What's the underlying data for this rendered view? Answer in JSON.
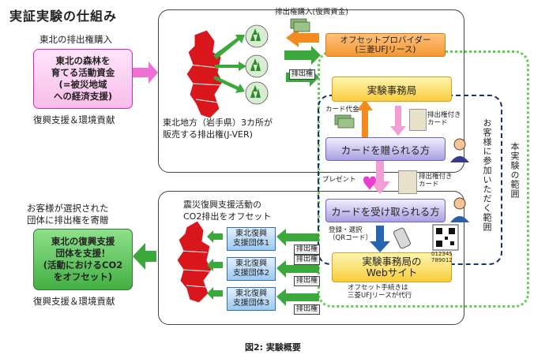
{
  "title": "実証実験の仕組み",
  "left_top": {
    "heading": "東北の排出権購入",
    "box": "東北の森林を\n育てる活動資金\n(=被災地域\nへの経済支援)",
    "footer": "復興支援＆環境貢献"
  },
  "left_bottom": {
    "heading_line1": "お客様が選択された",
    "heading_line2": "団体に排出権を寄贈",
    "box": "東北の復興支援\n団体を支援！\n(活動におけるCO2\nをオフセット)",
    "footer": "復興支援＆環境貢献"
  },
  "top_panel": {
    "purchase_label": "排出権購入(復興資金)",
    "provider": "オフセットプロバイダー\n(三菱UFJリース)",
    "tag_emission": "排出権",
    "region_label_1": "東北地方（岩手県）3カ所が",
    "region_label_2": "販売する排出権(J-VER)"
  },
  "bottom_panel": {
    "heading_1": "震災復興支援活動の",
    "heading_2": "CO2排出をオフセット",
    "groups": [
      "東北復興\n支援団体1",
      "東北復興\n支援団体2",
      "東北復興\n支援団体3"
    ],
    "tags": [
      "排出権",
      "排出権",
      "排出権",
      "排出権"
    ]
  },
  "flow": {
    "office": "実験事務局",
    "giver": "カードを贈られる方",
    "receiver": "カードを受け取られる方",
    "website": "実験事務局の\nWebサイト",
    "card_fee": "カード代金",
    "card_with_credit_1": "排出権付き\nカード",
    "card_with_credit_2": "排出権付き\nカード",
    "present": "プレゼント",
    "register": "登録・選択\n（QRコード）",
    "note": "オフセット手続きは\n三菱UFJリースが代行",
    "qr_caption": "012345\n789012"
  },
  "scopes": {
    "outer": "本実験の範囲",
    "inner": "お客様に参加いただく範囲"
  },
  "caption": "図2: 実験概要",
  "colors": {
    "pink_accent": "#f06fd5",
    "green_accent": "#3aa83a",
    "orange_accent": "#f28a20",
    "red_region": "#d8161c",
    "navy": "#1a2f6e"
  }
}
